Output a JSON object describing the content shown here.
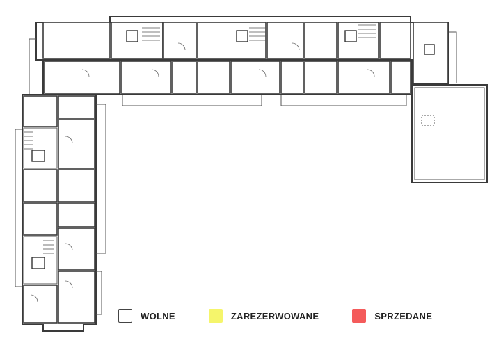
{
  "legend": {
    "items": [
      {
        "label": "WOLNE",
        "color": "#ffffff",
        "border": "#444444",
        "status": "free"
      },
      {
        "label": "ZAREZERWOWANE",
        "color": "#f5f56b",
        "status": "reserved"
      },
      {
        "label": "SPRZEDANE",
        "color": "#f45b5b",
        "status": "sold"
      }
    ]
  },
  "colors": {
    "walls": "#3a3a3a",
    "background": "#ffffff"
  }
}
